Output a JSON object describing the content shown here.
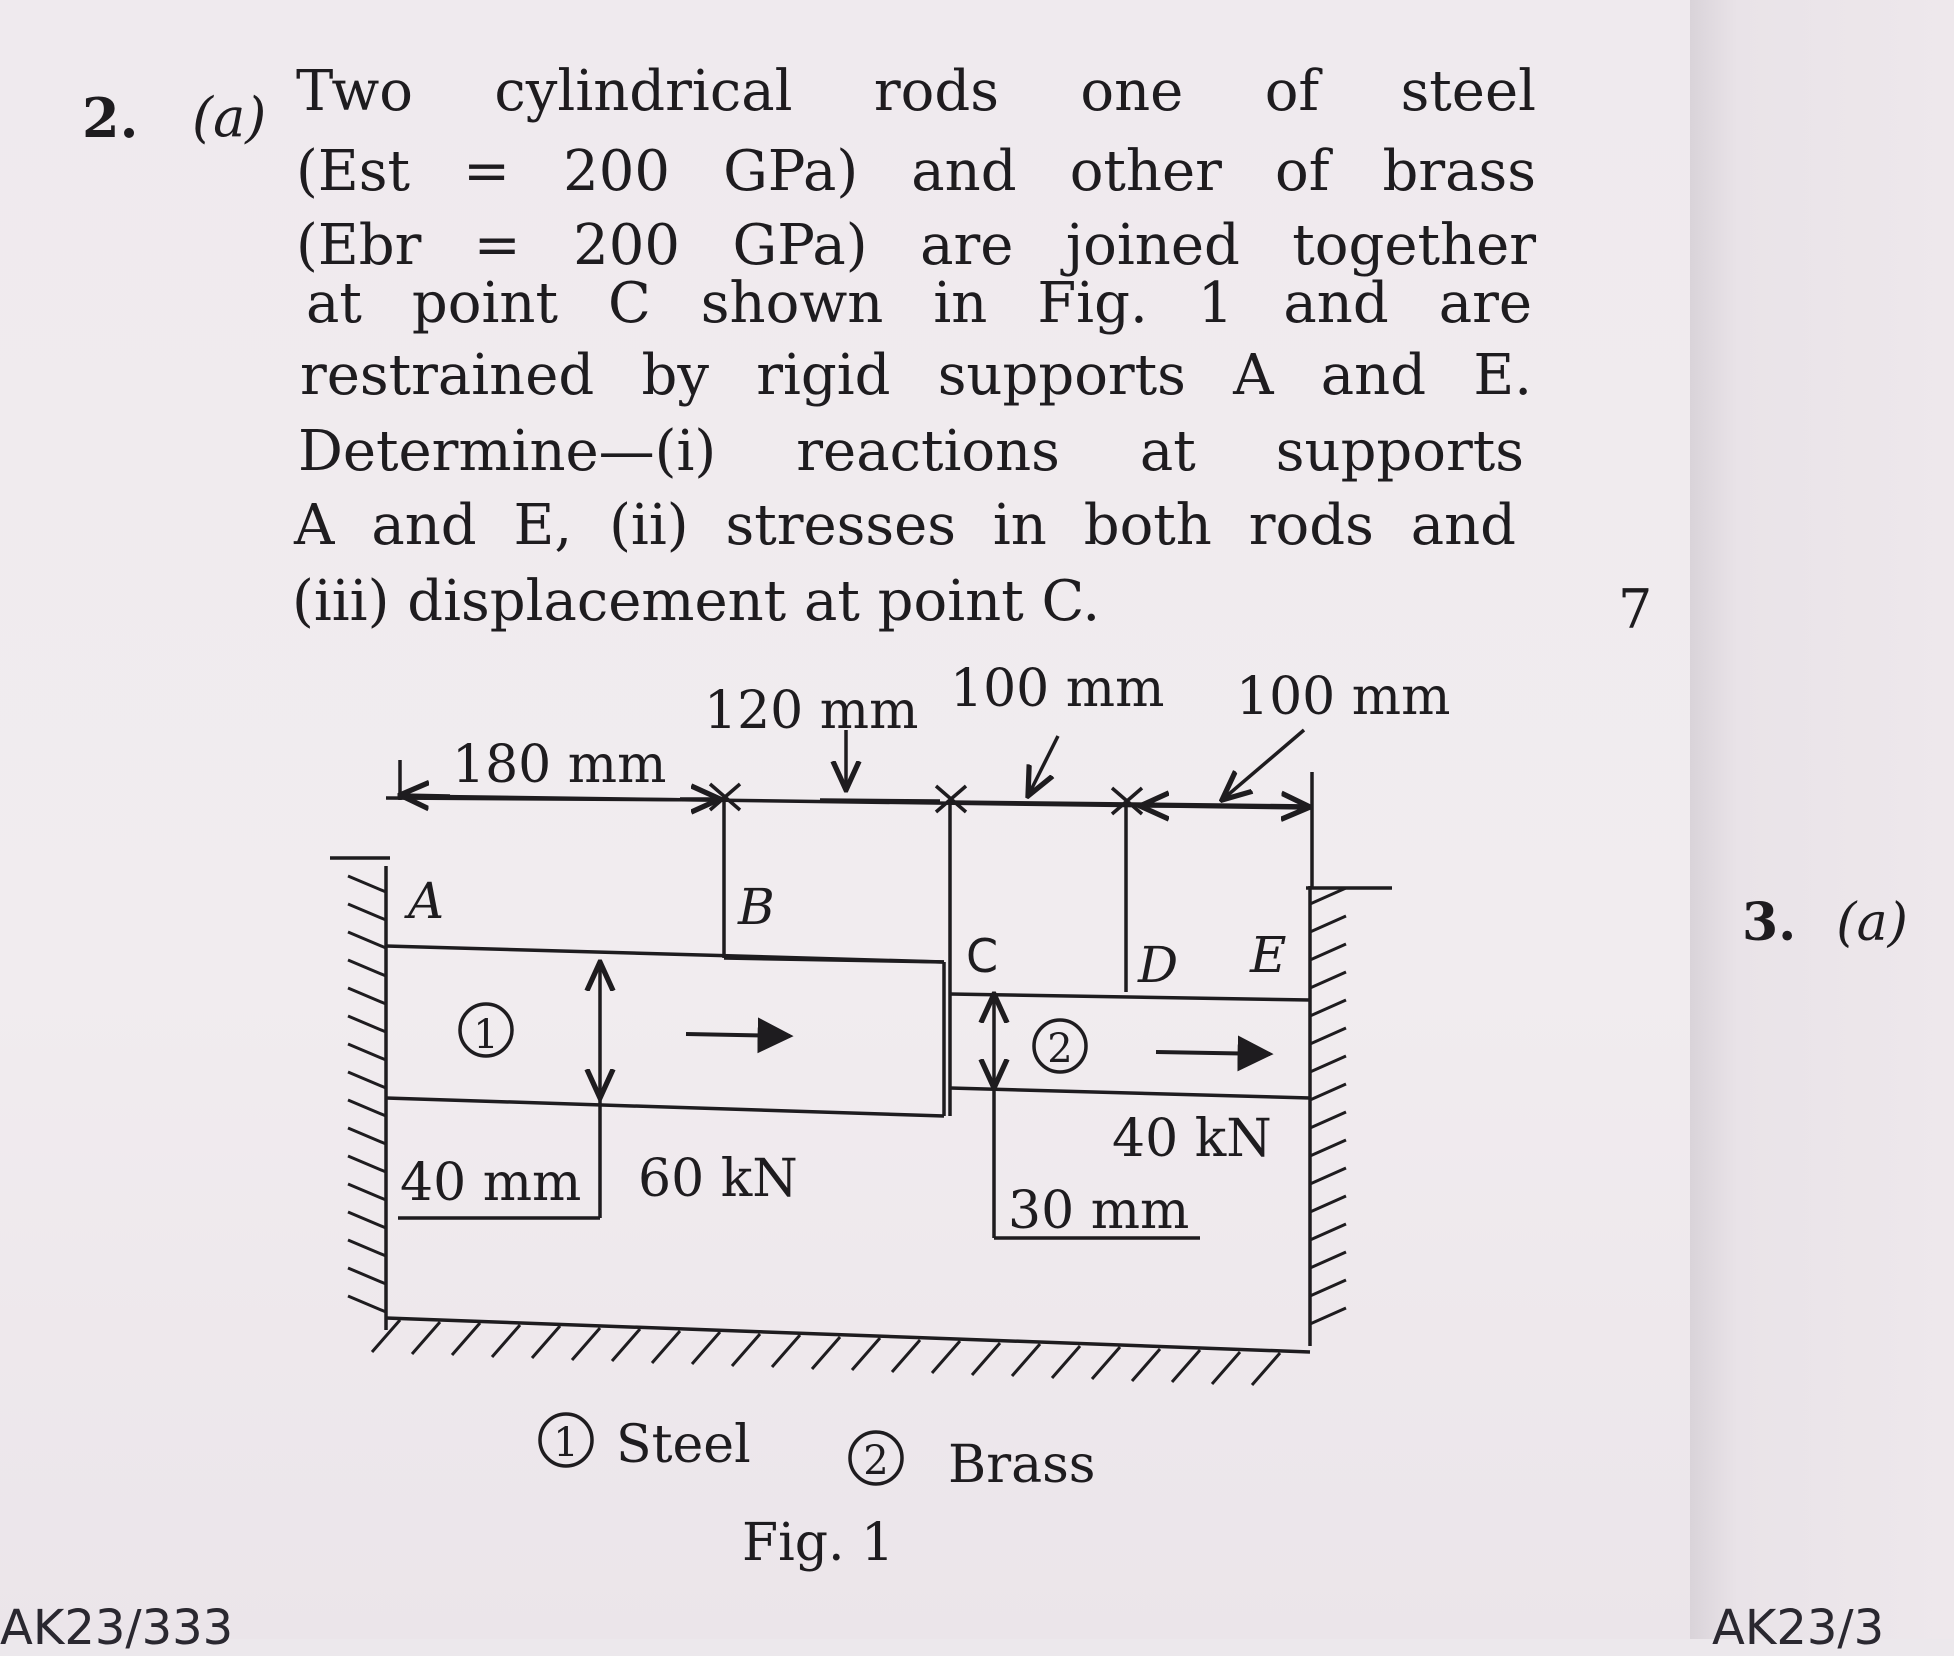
{
  "question": {
    "number": "2.",
    "part": "(a)",
    "lines": [
      "Two cylindrical rods one of steel",
      "(Est = 200 GPa) and other of brass",
      "(Ebr = 200 GPa) are joined together",
      "at point C shown in Fig. 1 and are",
      "restrained by rigid supports A and E.",
      "Determine—(i) reactions at supports",
      "A and E, (ii) stresses in both rods and",
      "(iii) displacement at point C."
    ],
    "marks": "7"
  },
  "figure": {
    "dims": {
      "d180": "180 mm",
      "d120": "120 mm",
      "d100a": "100 mm",
      "d100b": "100 mm",
      "dia40": "40 mm",
      "dia30": "30 mm"
    },
    "points": {
      "A": "A",
      "B": "B",
      "C": "C",
      "D": "D",
      "E": "E"
    },
    "rod_labels": {
      "r1": "1",
      "r2": "2"
    },
    "loads": {
      "load1": "60 kN",
      "load2": "40 kN"
    },
    "legend": {
      "steel_num": "1",
      "steel": "Steel",
      "brass_num": "2",
      "brass": "Brass"
    },
    "caption": "Fig. 1"
  },
  "right_page": {
    "number": "3.",
    "part": "(a)"
  },
  "footer": {
    "left": "AK23/333",
    "right": "AK23/3"
  }
}
